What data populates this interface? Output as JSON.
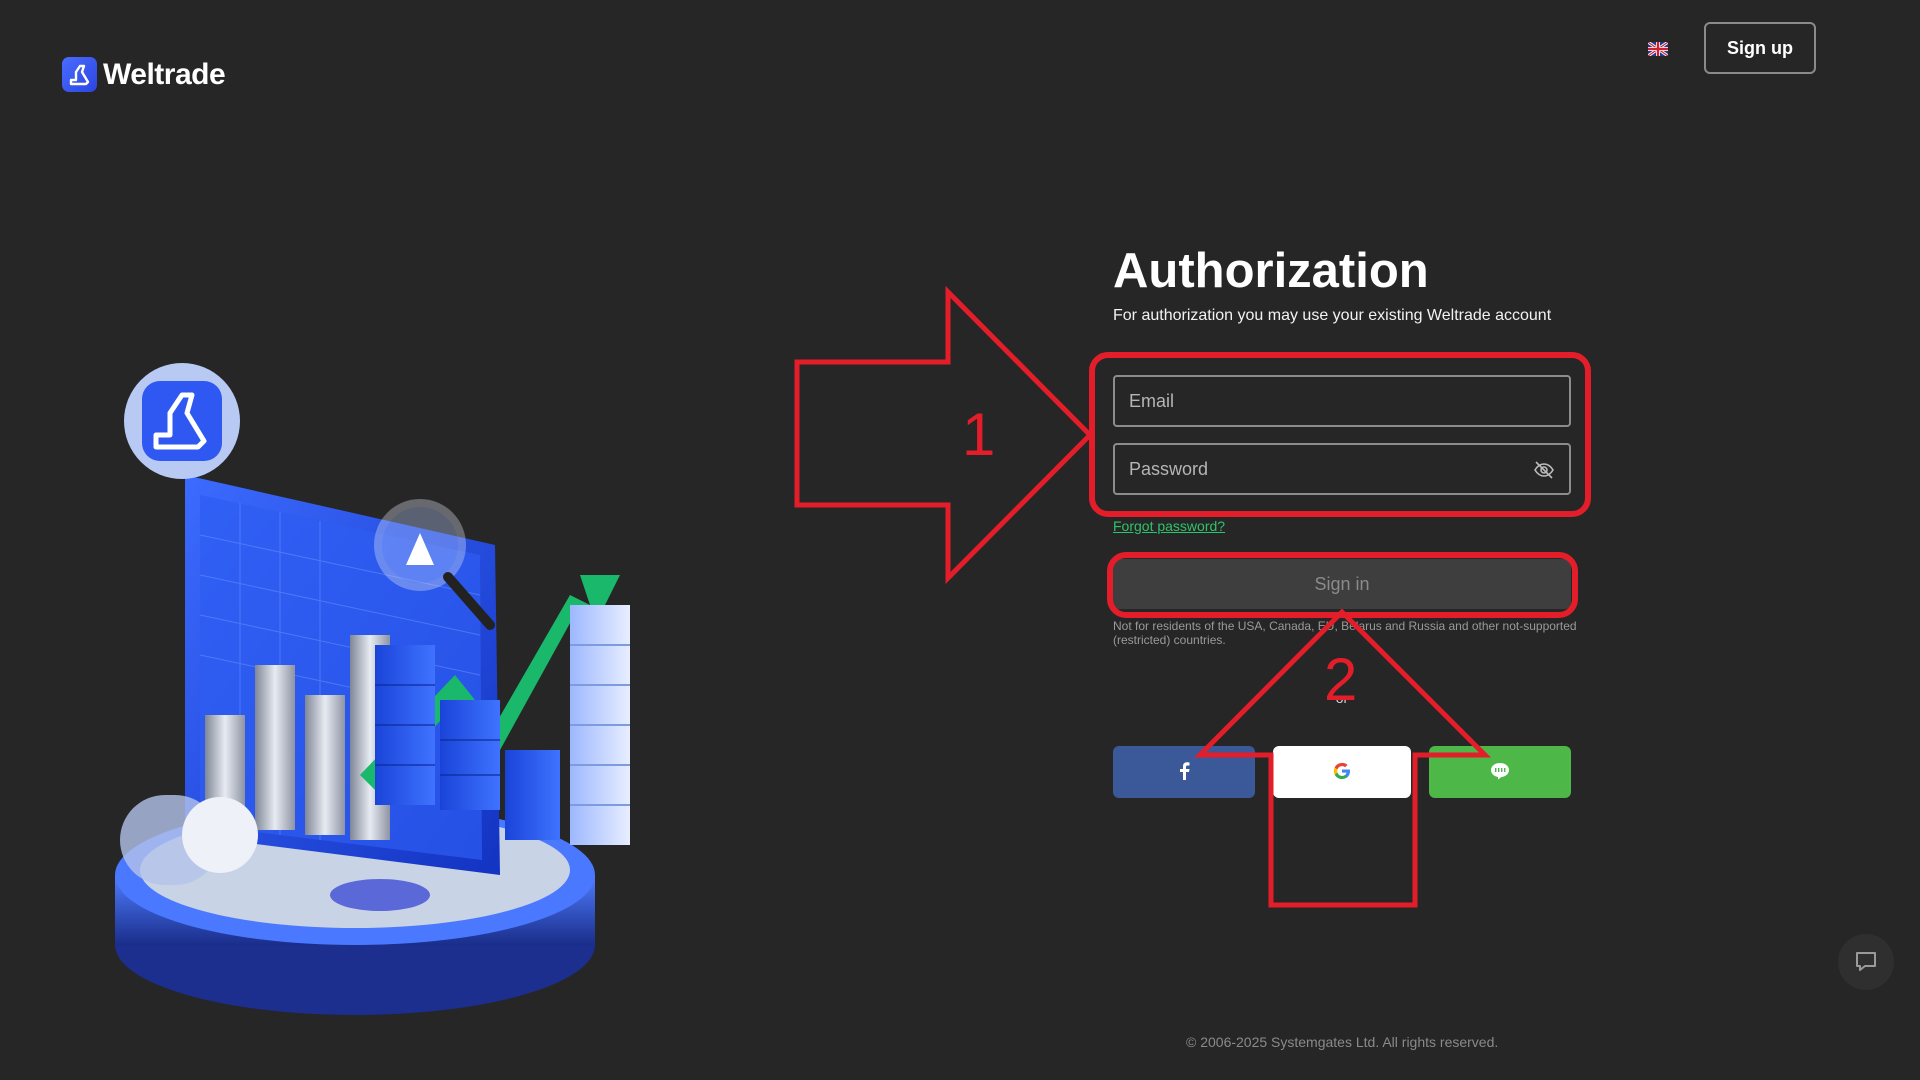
{
  "brand": {
    "name": "Weltrade"
  },
  "header": {
    "language_icon": "uk-flag-icon",
    "signup_label": "Sign up"
  },
  "auth": {
    "title": "Authorization",
    "subtitle": "For authorization you may use your existing Weltrade account",
    "email_placeholder": "Email",
    "password_placeholder": "Password",
    "forgot_label": "Forgot password?",
    "signin_label": "Sign in",
    "disclaimer": "Not for residents of the USA, Canada, EU, Belarus and Russia and other not-supported (restricted) countries.",
    "or_label": "or",
    "social": {
      "facebook_icon": "facebook-icon",
      "google_icon": "google-icon",
      "line_icon": "line-icon"
    }
  },
  "annotations": {
    "step1": "1",
    "step2": "2",
    "color": "#e31d2a"
  },
  "footer": {
    "copyright": "© 2006-2025 Systemgates Ltd. All rights reserved."
  },
  "colors": {
    "background": "#262626",
    "accent_green": "#2fc36b",
    "facebook": "#3b5998",
    "line": "#4db848"
  }
}
